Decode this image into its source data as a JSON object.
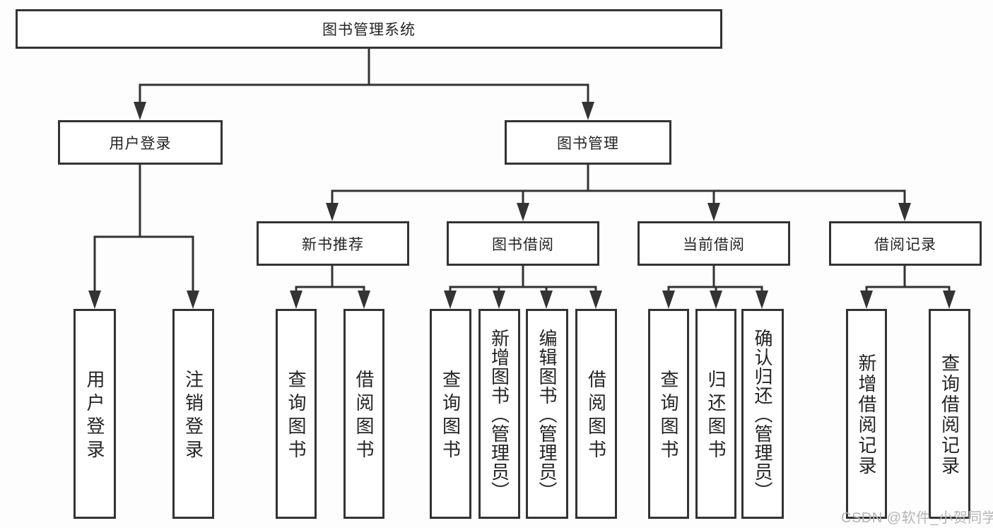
{
  "diagram": {
    "title": "图书管理系统",
    "colors": {
      "line": "#333333",
      "box_border": "#333333",
      "box_background": "#ffffff",
      "text": "#242424",
      "watermark_text": "#b5b5b5"
    },
    "nodes": {
      "root": {
        "label": "图书管理系统"
      },
      "user_login": {
        "label": "用户登录"
      },
      "book_mgmt": {
        "label": "图书管理"
      },
      "login": {
        "label": "用户登录"
      },
      "logout": {
        "label": "注销登录"
      },
      "new_book_rec": {
        "label": "新书推荐"
      },
      "book_borrow": {
        "label": "图书借阅"
      },
      "current_borrow": {
        "label": "当前借阅"
      },
      "borrow_records": {
        "label": "借阅记录"
      },
      "nbr_query": {
        "label": "查询图书"
      },
      "nbr_borrow": {
        "label": "借阅图书"
      },
      "bb_query": {
        "label": "查询图书"
      },
      "bb_add": {
        "label": "新增图书（管理员）"
      },
      "bb_edit": {
        "label": "编辑图书（管理员）"
      },
      "bb_borrow": {
        "label": "借阅图书"
      },
      "cb_query": {
        "label": "查询图书"
      },
      "cb_return": {
        "label": "归还图书"
      },
      "cb_confirm": {
        "label": "确认归还（管理员）"
      },
      "br_add": {
        "label": "新增借阅记录"
      },
      "br_query": {
        "label": "查询借阅记录"
      }
    },
    "hierarchy": {
      "图书管理系统": {
        "用户登录": [
          "用户登录",
          "注销登录"
        ],
        "图书管理": {
          "新书推荐": [
            "查询图书",
            "借阅图书"
          ],
          "图书借阅": [
            "查询图书",
            "新增图书（管理员）",
            "编辑图书（管理员）",
            "借阅图书"
          ],
          "当前借阅": [
            "查询图书",
            "归还图书",
            "确认归还（管理员）"
          ],
          "借阅记录": [
            "新增借阅记录",
            "查询借阅记录"
          ]
        }
      }
    },
    "watermark": "CSDN @软件_小贺同学"
  }
}
